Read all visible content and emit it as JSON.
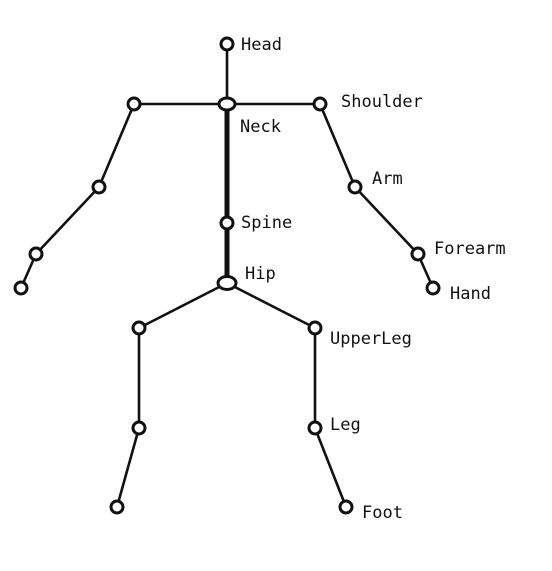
{
  "labels": {
    "head": "Head",
    "neck": "Neck",
    "shoulder": "Shoulder",
    "arm": "Arm",
    "forearm": "Forearm",
    "hand": "Hand",
    "spine": "Spine",
    "hip": "Hip",
    "upper_leg": "UpperLeg",
    "leg": "Leg",
    "foot": "Foot"
  },
  "colors": {
    "line": "#111111",
    "joint_fill": "#ffffff",
    "background": "#ffffff"
  }
}
